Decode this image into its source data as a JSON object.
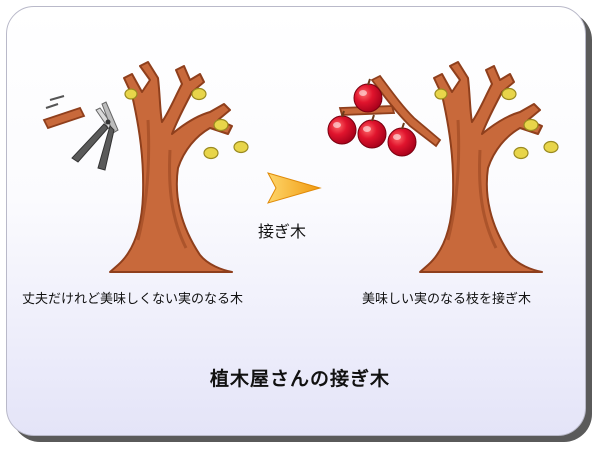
{
  "texts": {
    "left_caption": "丈夫だけれど美味しくない実のなる木",
    "right_caption": "美味しい実のなる枝を接ぎ木",
    "arrow_label": "接ぎ木",
    "title": "植木屋さんの接ぎ木"
  },
  "colors": {
    "bark": "#c8693b",
    "bark_dark": "#8f3f1c",
    "small_fruit": "#e8d54a",
    "apple": "#e0142d",
    "arrow": "#f2a51f",
    "shear_handle": "#5a5a5a"
  },
  "icons": [
    "pruning-shears-icon",
    "cut-branch-icon",
    "arrow-right-icon",
    "apple-icon"
  ]
}
